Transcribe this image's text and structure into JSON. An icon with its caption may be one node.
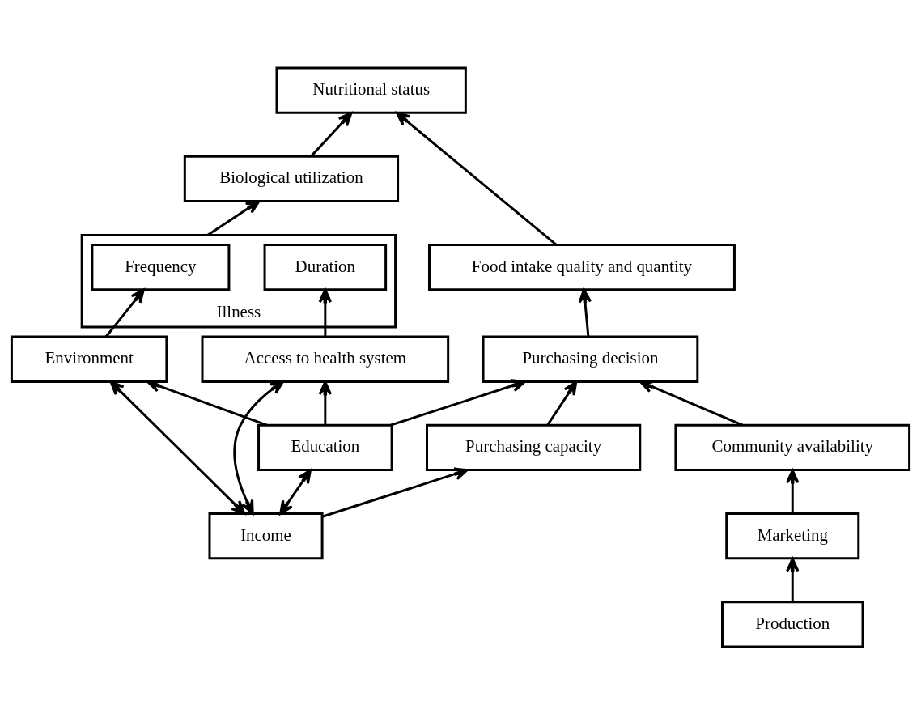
{
  "diagram": {
    "nodes": [
      {
        "text": [
          "Nutritional status"
        ]
      },
      {
        "text": [
          "Biological utilization"
        ]
      },
      {
        "text": [
          "Food intake quality and quantity"
        ]
      },
      {
        "text": [
          "Illness"
        ]
      },
      {
        "text": [
          "Frequency"
        ],
        "in": 3
      },
      {
        "text": [
          "Duration"
        ],
        "in": 3
      },
      {
        "text": [
          "Environment"
        ]
      },
      {
        "text": [
          "Access to health system"
        ]
      },
      {
        "text": [
          "Purchasing decision"
        ]
      },
      {
        "text": [
          "Education"
        ]
      },
      {
        "text": [
          "Income"
        ]
      },
      {
        "text": [
          "Purchasing capacity"
        ]
      },
      {
        "text": [
          "Community availability"
        ]
      },
      {
        "text": [
          "Marketing"
        ]
      },
      {
        "text": [
          "Production"
        ]
      }
    ],
    "edges": [
      {
        "from": 1,
        "to": 0,
        "arrow": "to"
      },
      {
        "from": 2,
        "to": 0,
        "arrow": "to"
      },
      {
        "from": 3,
        "to": 1,
        "arrow": "to"
      },
      {
        "from": 8,
        "to": 2,
        "arrow": "to"
      },
      {
        "from": 6,
        "to": 4,
        "arrow": "to"
      },
      {
        "from": 7,
        "to": 5,
        "arrow": "to"
      },
      {
        "from": 10,
        "to": 6,
        "arrow": "both"
      },
      {
        "from": 10,
        "to": 7,
        "arrow": "both"
      },
      {
        "from": 9,
        "to": 6,
        "arrow": "to"
      },
      {
        "from": 9,
        "to": 7,
        "arrow": "to"
      },
      {
        "from": 10,
        "to": 9,
        "arrow": "both"
      },
      {
        "from": 10,
        "to": 11,
        "arrow": "to"
      },
      {
        "from": 9,
        "to": 8,
        "arrow": "to"
      },
      {
        "from": 11,
        "to": 8,
        "arrow": "to"
      },
      {
        "from": 12,
        "to": 8,
        "arrow": "to"
      },
      {
        "from": 13,
        "to": 12,
        "arrow": "to"
      },
      {
        "from": 14,
        "to": 13,
        "arrow": "to"
      }
    ]
  }
}
